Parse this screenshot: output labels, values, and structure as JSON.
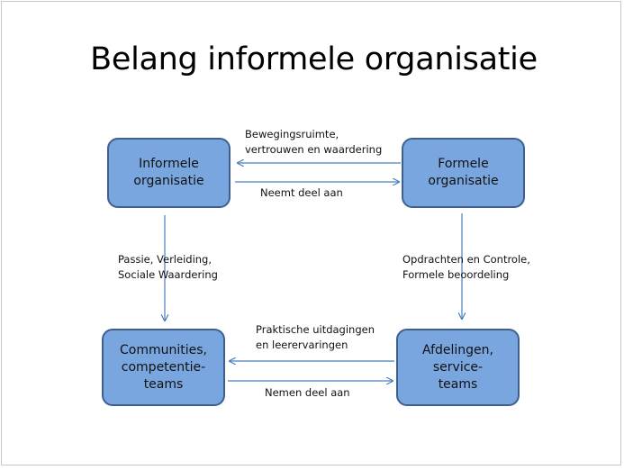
{
  "slide": {
    "title": "Belang informele organisatie"
  },
  "nodes": {
    "informele": {
      "line1": "Informele",
      "line2": "organisatie"
    },
    "formele": {
      "line1": "Formele",
      "line2": "organisatie"
    },
    "communities": {
      "line1": "Communities,",
      "line2": "competentie-",
      "line3": "teams"
    },
    "afdelingen": {
      "line1": "Afdelingen,",
      "line2": "service-",
      "line3": "teams"
    }
  },
  "edges": {
    "top_left_arrow": {
      "line1": "Bewegingsruimte,",
      "line2": "vertrouwen en waardering"
    },
    "top_right_arrow": {
      "line1": "Neemt deel aan"
    },
    "left_down_arrow": {
      "line1": "Passie, Verleiding,",
      "line2": "Sociale Waardering"
    },
    "right_down_arrow": {
      "line1": "Opdrachten en Controle,",
      "line2": "Formele beoordeling"
    },
    "bottom_left_arrow": {
      "line1": "Praktische uitdagingen",
      "line2": "en leerervaringen"
    },
    "bottom_right_arrow": {
      "line1": "Nemen deel aan"
    }
  },
  "colors": {
    "box_fill": "#7aa6e0",
    "box_border": "#3f5f8f",
    "arrow": "#4a7ebb"
  }
}
